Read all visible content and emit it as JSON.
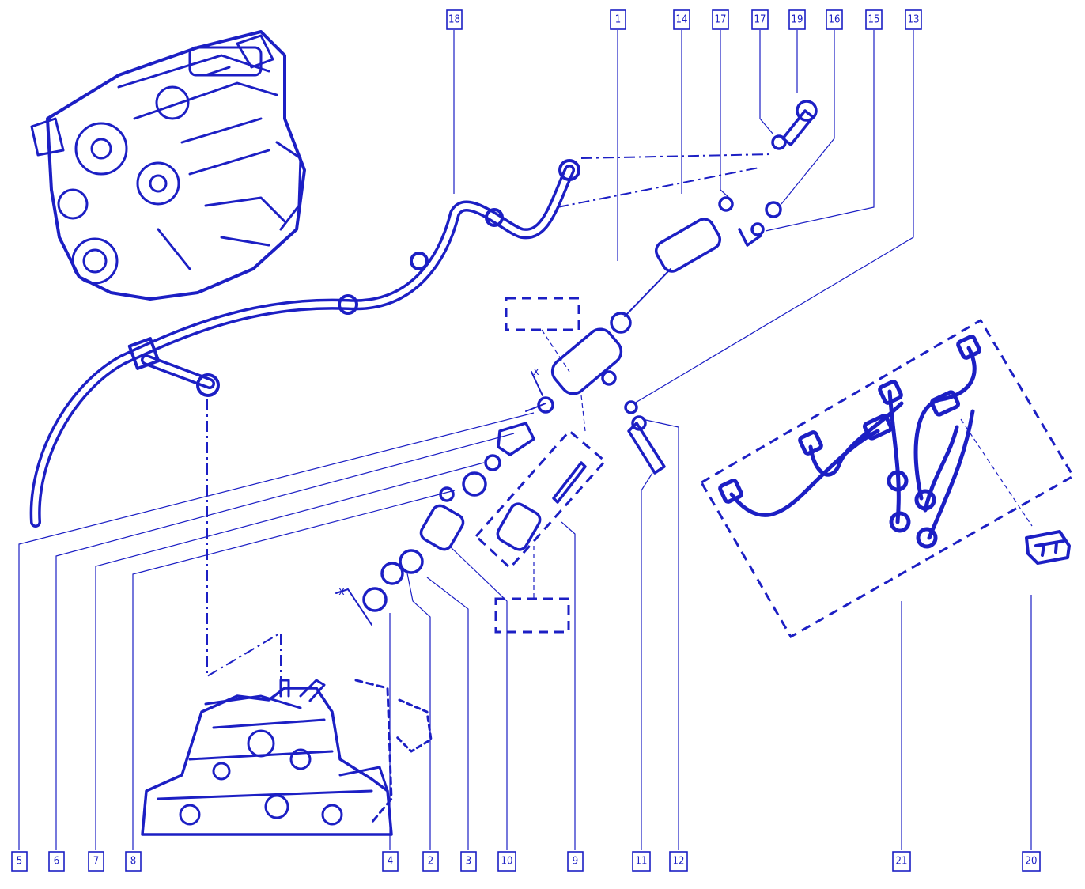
{
  "colors": {
    "ink": "#1c1fc4",
    "paper": "#ffffff"
  },
  "callouts_top": [
    {
      "id": "c18",
      "label": "18"
    },
    {
      "id": "c1",
      "label": "1"
    },
    {
      "id": "c14",
      "label": "14"
    },
    {
      "id": "c17a",
      "label": "17"
    },
    {
      "id": "c17b",
      "label": "17"
    },
    {
      "id": "c19",
      "label": "19"
    },
    {
      "id": "c16",
      "label": "16"
    },
    {
      "id": "c15",
      "label": "15"
    },
    {
      "id": "c13",
      "label": "13"
    }
  ],
  "callouts_bottom": [
    {
      "id": "c5",
      "label": "5"
    },
    {
      "id": "c6",
      "label": "6"
    },
    {
      "id": "c7",
      "label": "7"
    },
    {
      "id": "c8",
      "label": "8"
    },
    {
      "id": "c4",
      "label": "4"
    },
    {
      "id": "c2",
      "label": "2"
    },
    {
      "id": "c3",
      "label": "3"
    },
    {
      "id": "c10",
      "label": "10"
    },
    {
      "id": "c9",
      "label": "9"
    },
    {
      "id": "c11",
      "label": "11"
    },
    {
      "id": "c12",
      "label": "12"
    },
    {
      "id": "c21",
      "label": "21"
    },
    {
      "id": "c20",
      "label": "20"
    }
  ],
  "annotations": {
    "x_mark_upper": "x",
    "x_mark_lower": "x"
  }
}
